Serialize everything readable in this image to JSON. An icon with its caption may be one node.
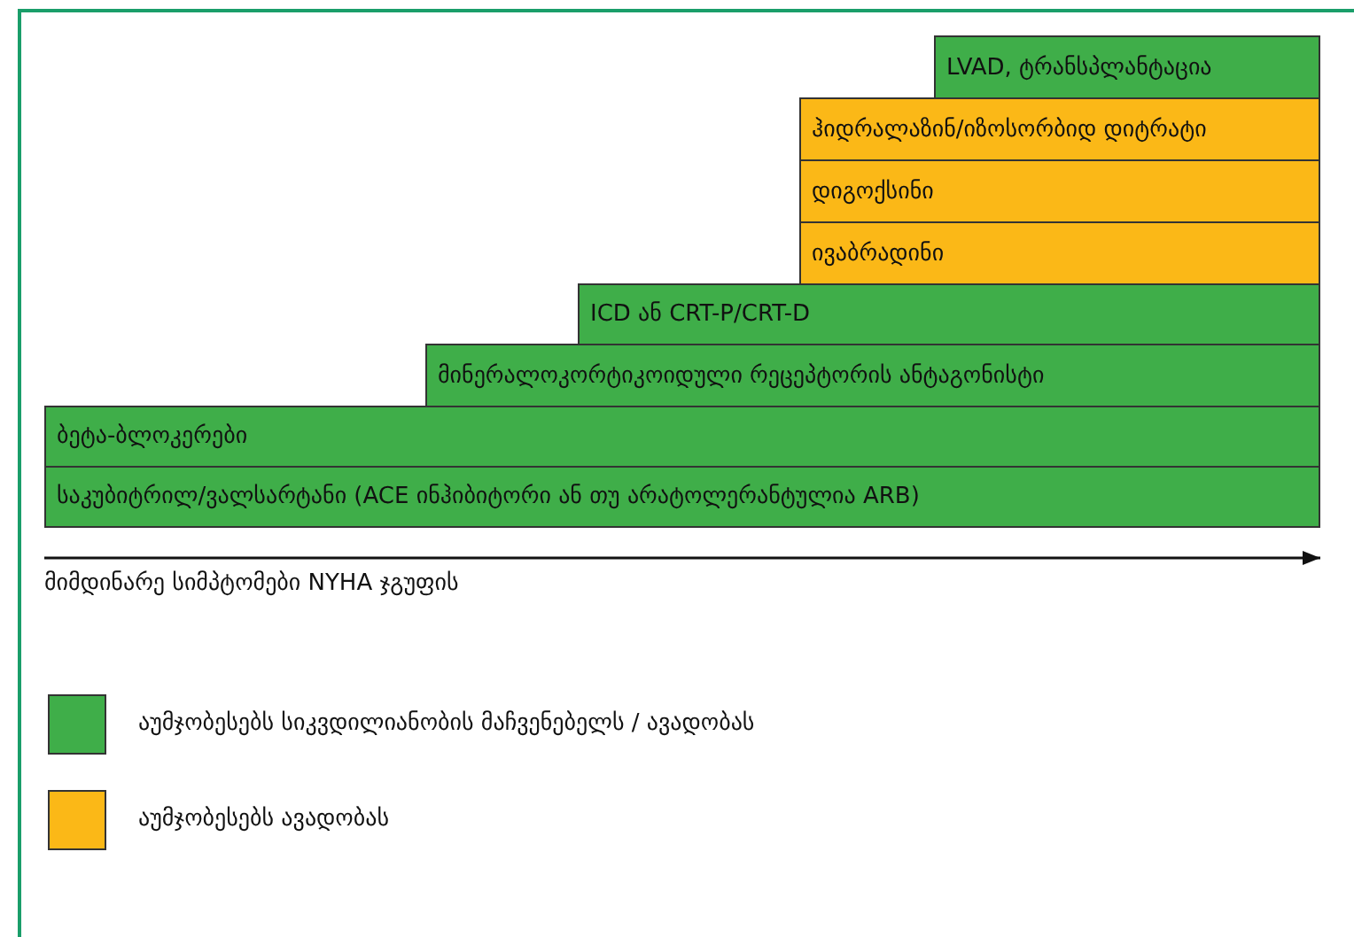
{
  "diagram": {
    "nodes": [
      {
        "text": [
          "LVAD, ტრანსპლანტაცია"
        ]
      },
      {
        "text": [
          "ჰიდრალაზინ/იზოსორბიდ დიტრატი"
        ]
      },
      {
        "text": [
          "დიგოქსინი"
        ]
      },
      {
        "text": [
          "ივაბრადინი"
        ]
      },
      {
        "text": [
          "ICD ან  CRT-P/CRT-D"
        ]
      },
      {
        "text": [
          "მინერალოკორტიკოიდული რეცეპტორის ანტაგონისტი"
        ]
      },
      {
        "text": [
          "ბეტა-ბლოკერები"
        ]
      },
      {
        "text": [
          "საკუბიტრილ/ვალსარტანი (ACE ინჰიბიტორი ან თუ არატოლერანტულია ARB)"
        ]
      }
    ],
    "labels": [
      "მიმდინარე სიმპტომები NYHA ჯგუფის"
    ],
    "legend": [
      {
        "text": "აუმჯობესებს სიკვდილიანობის მაჩვენებელს / ავადობას",
        "color": "#3fae49"
      },
      {
        "text": "აუმჯობესებს ავადობას",
        "color": "#fbb817"
      }
    ]
  }
}
